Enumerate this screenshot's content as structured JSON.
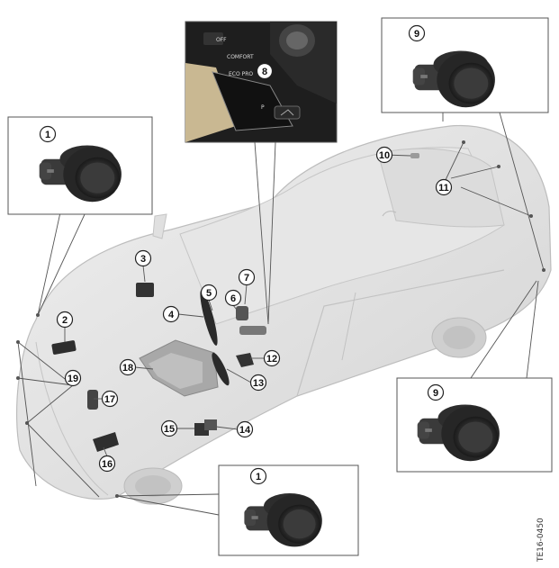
{
  "figure": {
    "reference_code": "TE16-0450",
    "callouts": [
      "1",
      "1",
      "2",
      "3",
      "4",
      "5",
      "6",
      "7",
      "8",
      "9",
      "9",
      "10",
      "11",
      "12",
      "13",
      "14",
      "15",
      "16",
      "17",
      "18",
      "19"
    ]
  },
  "console_inset": {
    "labels": [
      "OFF",
      "COMFORT",
      "ECO PRO",
      "P"
    ]
  },
  "colors": {
    "car_body": "#d8d8d8",
    "car_line": "#b9b9b9",
    "sensor_dark": "#2b2b2b",
    "sensor_face": "#3c3c3c",
    "callout_fill": "#ffffff",
    "callout_stroke": "#222222",
    "box_stroke": "#555555"
  },
  "icons": [
    "park-distance-sensor-icon",
    "control-unit-icon",
    "camera-icon",
    "steering-wheel-icon",
    "gear-selector-icon"
  ]
}
